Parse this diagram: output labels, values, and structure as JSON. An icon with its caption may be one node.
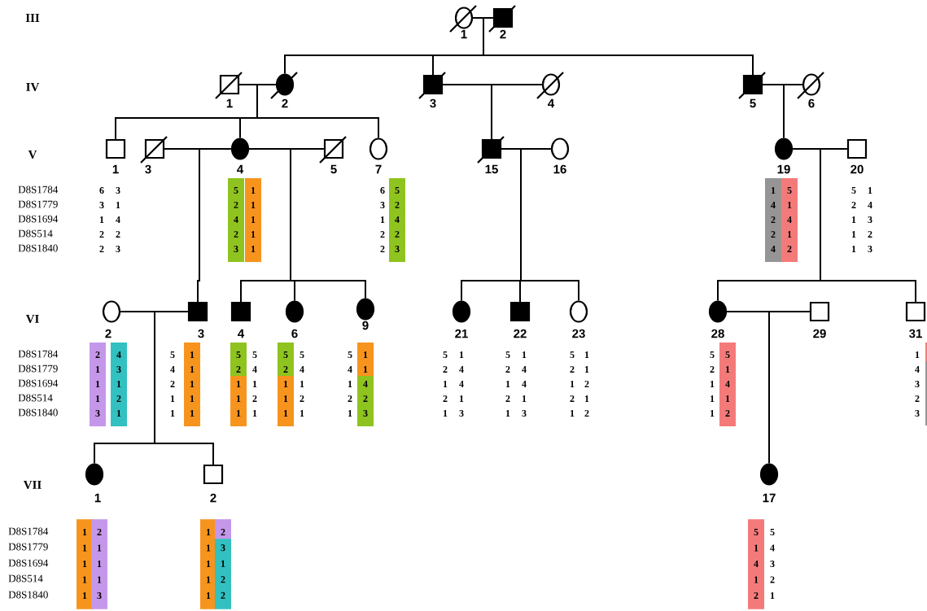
{
  "diagram": {
    "nodes": [
      {
        "text": [],
        "shape": "circle",
        "beside": [
          "1"
        ]
      },
      {
        "text": [],
        "shape": "square",
        "beside": [
          "2"
        ]
      },
      {
        "text": [],
        "shape": "square",
        "beside": [
          "1"
        ]
      },
      {
        "text": [],
        "shape": "circle",
        "beside": [
          "2"
        ]
      },
      {
        "text": [],
        "shape": "square",
        "beside": [
          "3"
        ]
      },
      {
        "text": [],
        "shape": "circle",
        "beside": [
          "4"
        ]
      },
      {
        "text": [],
        "shape": "square",
        "beside": [
          "5"
        ]
      },
      {
        "text": [],
        "shape": "circle",
        "beside": [
          "6"
        ]
      },
      {
        "text": [],
        "shape": "square",
        "beside": [
          "1",
          "6 3 1 2 2",
          "3 1 4 2 3"
        ]
      },
      {
        "text": [],
        "shape": "square",
        "beside": [
          "3"
        ]
      },
      {
        "text": [],
        "shape": "circle",
        "beside": [
          "4"
        ]
      },
      {
        "text": [],
        "shape": "square",
        "beside": [
          "5"
        ]
      },
      {
        "text": [],
        "shape": "circle",
        "beside": [
          "7"
        ]
      },
      {
        "text": [],
        "shape": "square",
        "beside": [
          "15"
        ]
      },
      {
        "text": [],
        "shape": "circle",
        "beside": [
          "16"
        ]
      },
      {
        "text": [],
        "shape": "circle",
        "beside": [
          "19"
        ]
      },
      {
        "text": [],
        "shape": "square",
        "beside": [
          "20",
          "5 2 1 1 1",
          "1 4 3 2 3"
        ]
      },
      {
        "text": [],
        "shape": "circle",
        "beside": [
          "2"
        ]
      },
      {
        "text": [],
        "shape": "square",
        "beside": [
          "3"
        ]
      },
      {
        "text": [],
        "shape": "square",
        "beside": [
          "4"
        ]
      },
      {
        "text": [],
        "shape": "circle",
        "beside": [
          "6"
        ]
      },
      {
        "text": [],
        "shape": "circle",
        "beside": [
          "9"
        ]
      },
      {
        "text": [],
        "shape": "circle",
        "beside": [
          "21",
          "5 2 1 2 1",
          "1 4 4 1 3"
        ]
      },
      {
        "text": [],
        "shape": "square",
        "beside": [
          "22",
          "5 2 1 2 1",
          "1 4 4 1 3"
        ]
      },
      {
        "text": [],
        "shape": "circle",
        "beside": [
          "23",
          "5 2 1 2 1",
          "1 1 2 1 2"
        ]
      },
      {
        "text": [],
        "shape": "circle",
        "beside": [
          "28"
        ]
      },
      {
        "text": [],
        "shape": "square",
        "beside": [
          "29"
        ]
      },
      {
        "text": [],
        "shape": "square",
        "beside": [
          "31",
          "1 4 3 2 3"
        ]
      },
      {
        "text": [],
        "shape": "circle",
        "beside": [
          "1"
        ]
      },
      {
        "text": [],
        "shape": "square",
        "beside": [
          "2"
        ]
      },
      {
        "text": [],
        "shape": "circle",
        "beside": [
          "17"
        ]
      },
      {
        "text": [
          "5 2 4 2 3"
        ]
      },
      {
        "text": [
          "1 1 1 1 1"
        ]
      },
      {
        "text": [
          "5 2 4 2 3"
        ],
        "beside": [
          "6 3 1 2 2"
        ]
      },
      {
        "text": [
          "1 4 2 2 4"
        ]
      },
      {
        "text": [
          "5 1 4 1 2"
        ]
      },
      {
        "text": [
          "2 1 1 1 3"
        ]
      },
      {
        "text": [
          "4 3 1 2 1"
        ]
      },
      {
        "text": [
          "1 1 1 1 1"
        ],
        "beside": [
          "5 4 2 1 1"
        ]
      },
      {
        "text": [
          "5 2"
        ],
        "beside": [
          "5 4 1 2 1"
        ]
      },
      {
        "text": [
          "1 1 1"
        ]
      },
      {
        "text": [
          "5 2"
        ],
        "beside": [
          "5 4 1 2 1"
        ]
      },
      {
        "text": [
          "1 1 1"
        ]
      },
      {
        "text": [
          "1 1"
        ],
        "beside": [
          "5 4 1 2 1"
        ]
      },
      {
        "text": [
          "4 2 3"
        ]
      },
      {
        "text": [
          "5 1 4 1 2"
        ],
        "beside": [
          "5 2 1 1 1"
        ]
      },
      {
        "text": [
          "1 1 1 1 1"
        ]
      },
      {
        "text": [
          "2 1 1 1 3"
        ]
      },
      {
        "text": [
          "1 1 1 1 1"
        ]
      },
      {
        "text": [
          "2"
        ]
      },
      {
        "text": [
          "3 1 2 2"
        ]
      },
      {
        "text": [
          "5 1 4 1 2"
        ],
        "beside": [
          "5 4 3 2 1"
        ]
      }
    ],
    "edges": [
      {
        "from": 0,
        "to": 1,
        "arrow": "none"
      },
      {
        "from": 0,
        "to": 3,
        "arrow": "none"
      },
      {
        "from": 0,
        "to": 4,
        "arrow": "none"
      },
      {
        "from": 0,
        "to": 6,
        "arrow": "none"
      },
      {
        "from": 2,
        "to": 3,
        "arrow": "none"
      },
      {
        "from": 4,
        "to": 5,
        "arrow": "none"
      },
      {
        "from": 6,
        "to": 7,
        "arrow": "none"
      },
      {
        "from": 2,
        "to": 8,
        "arrow": "none"
      },
      {
        "from": 2,
        "to": 10,
        "arrow": "none"
      },
      {
        "from": 2,
        "to": 12,
        "arrow": "none"
      },
      {
        "from": 4,
        "to": 13,
        "arrow": "none"
      },
      {
        "from": 6,
        "to": 15,
        "arrow": "none"
      },
      {
        "from": 9,
        "to": 10,
        "arrow": "none"
      },
      {
        "from": 10,
        "to": 11,
        "arrow": "none"
      },
      {
        "from": 13,
        "to": 14,
        "arrow": "none"
      },
      {
        "from": 15,
        "to": 16,
        "arrow": "none"
      },
      {
        "from": 9,
        "to": 18,
        "arrow": "none"
      },
      {
        "from": 10,
        "to": 19,
        "arrow": "none"
      },
      {
        "from": 10,
        "to": 20,
        "arrow": "none"
      },
      {
        "from": 10,
        "to": 21,
        "arrow": "none"
      },
      {
        "from": 13,
        "to": 22,
        "arrow": "none"
      },
      {
        "from": 13,
        "to": 23,
        "arrow": "none"
      },
      {
        "from": 13,
        "to": 24,
        "arrow": "none"
      },
      {
        "from": 15,
        "to": 25,
        "arrow": "none"
      },
      {
        "from": 15,
        "to": 27,
        "arrow": "none"
      },
      {
        "from": 17,
        "to": 18,
        "arrow": "none"
      },
      {
        "from": 25,
        "to": 26,
        "arrow": "none"
      },
      {
        "from": 17,
        "to": 28,
        "arrow": "none"
      },
      {
        "from": 17,
        "to": 29,
        "arrow": "none"
      },
      {
        "from": 25,
        "to": 30,
        "arrow": "none"
      }
    ],
    "labels": [
      "III",
      "IV",
      "V",
      "D8S1784",
      "D8S1779",
      "D8S1694",
      "D8S514",
      "D8S1840",
      "VI",
      "D8S1784",
      "D8S1779",
      "D8S1694",
      "D8S514",
      "D8S1840",
      "VII",
      "D8S1784",
      "D8S1779",
      "D8S1694",
      "D8S514",
      "D8S1840"
    ]
  }
}
